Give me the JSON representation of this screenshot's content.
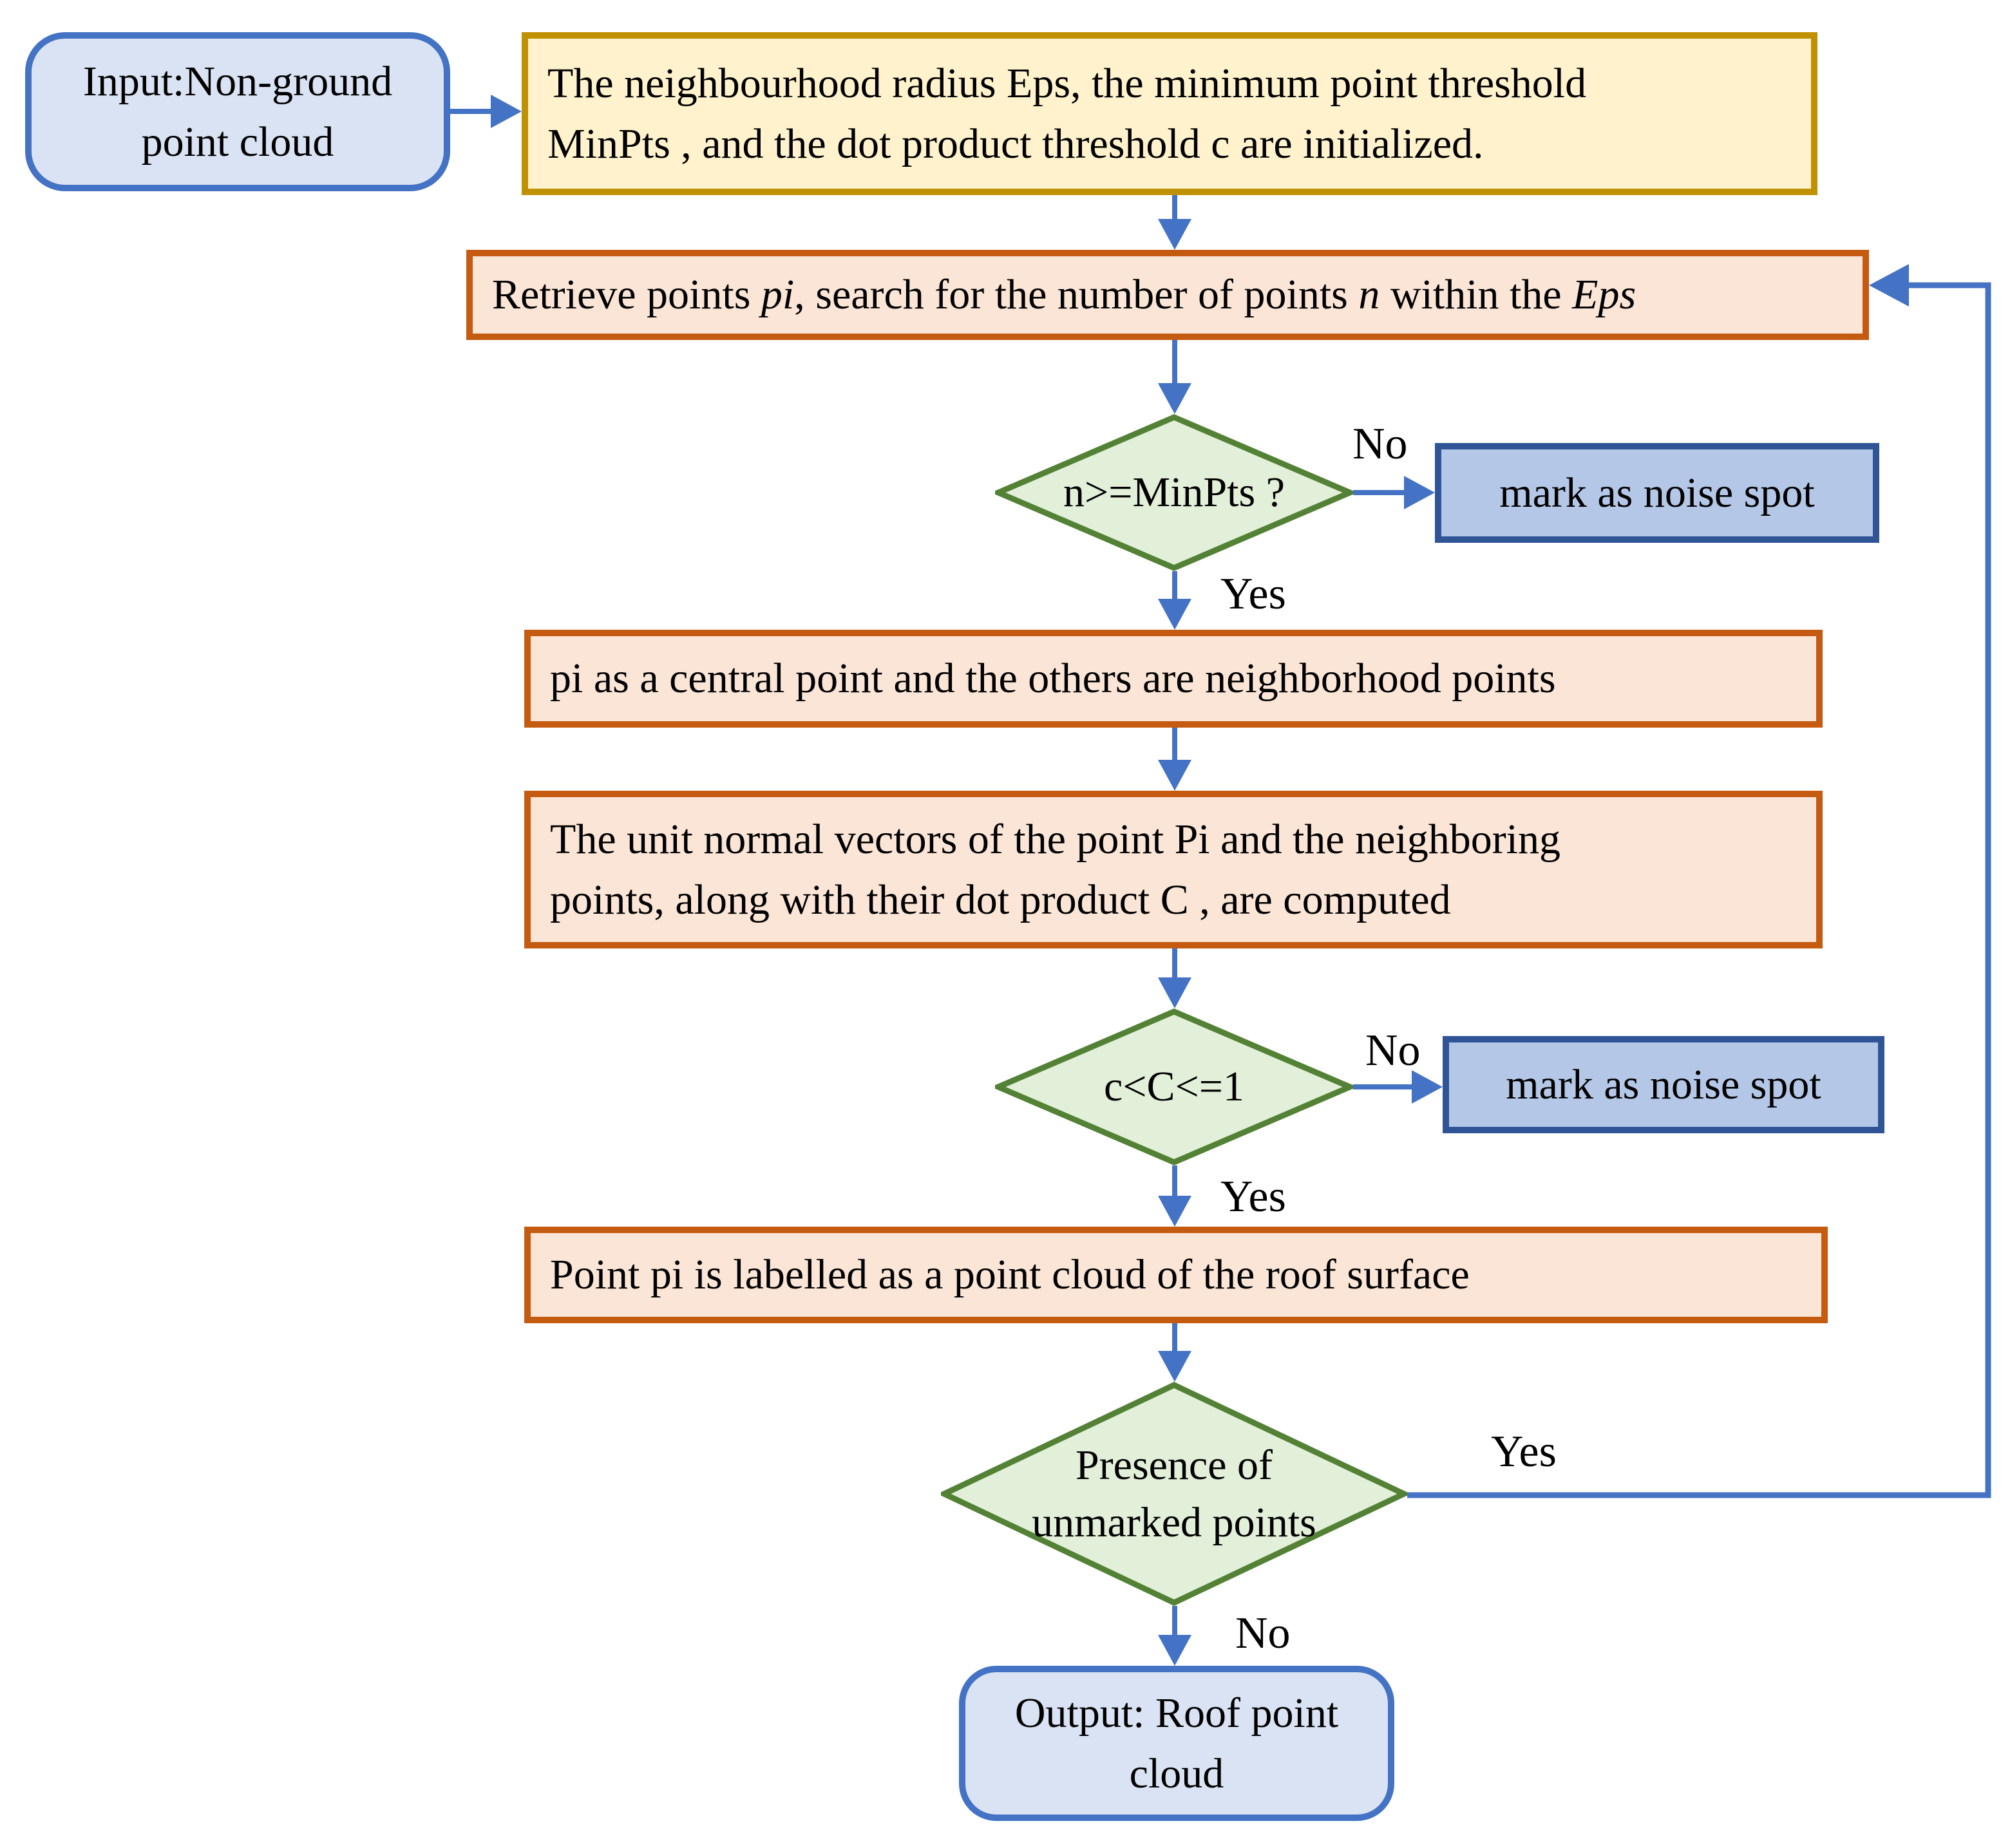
{
  "title": "Roof point cloud extraction flowchart",
  "colors": {
    "arrow": "#4472c4",
    "terminal_fill": "#dae3f3",
    "terminal_border": "#4472c4",
    "init_fill": "#fff2cc",
    "init_border": "#bf9000",
    "process_fill": "#fbe5d6",
    "process_border": "#c55a11",
    "decision_fill": "#e2efd9",
    "decision_border": "#538135",
    "noise_fill": "#b4c7e7",
    "noise_border": "#2f5597"
  },
  "nodes": {
    "input": {
      "lines": [
        "Input:Non-ground",
        "point cloud"
      ]
    },
    "init": {
      "lines": [
        "The neighbourhood radius  Eps, the minimum point threshold",
        "MinPts , and the dot product threshold c are initialized."
      ]
    },
    "retrieve": {
      "parts": [
        "Retrieve points ",
        "pi",
        ", search for the number of points ",
        "n",
        " within the ",
        "Eps"
      ]
    },
    "decision_minpts": {
      "text": "n>=MinPts ?"
    },
    "noise1": {
      "text": "mark as noise spot"
    },
    "central": {
      "text": "pi as a central point and the others are neighborhood points"
    },
    "normals": {
      "lines": [
        "The unit normal vectors of the point Pi and the neighboring",
        "points, along with their dot product C , are computed"
      ]
    },
    "decision_dot": {
      "text": "c<C<=1"
    },
    "noise2": {
      "text": "mark as noise spot"
    },
    "roof": {
      "text": "Point pi is labelled as a point cloud of the roof surface"
    },
    "decision_unmarked": {
      "lines": [
        "Presence of",
        "unmarked points"
      ]
    },
    "output": {
      "lines": [
        "Output: Roof point",
        "cloud"
      ]
    }
  },
  "edge_labels": {
    "minpts_no": "No",
    "minpts_yes": "Yes",
    "dot_no": "No",
    "dot_yes": "Yes",
    "unmarked_yes": "Yes",
    "unmarked_no": "No"
  }
}
